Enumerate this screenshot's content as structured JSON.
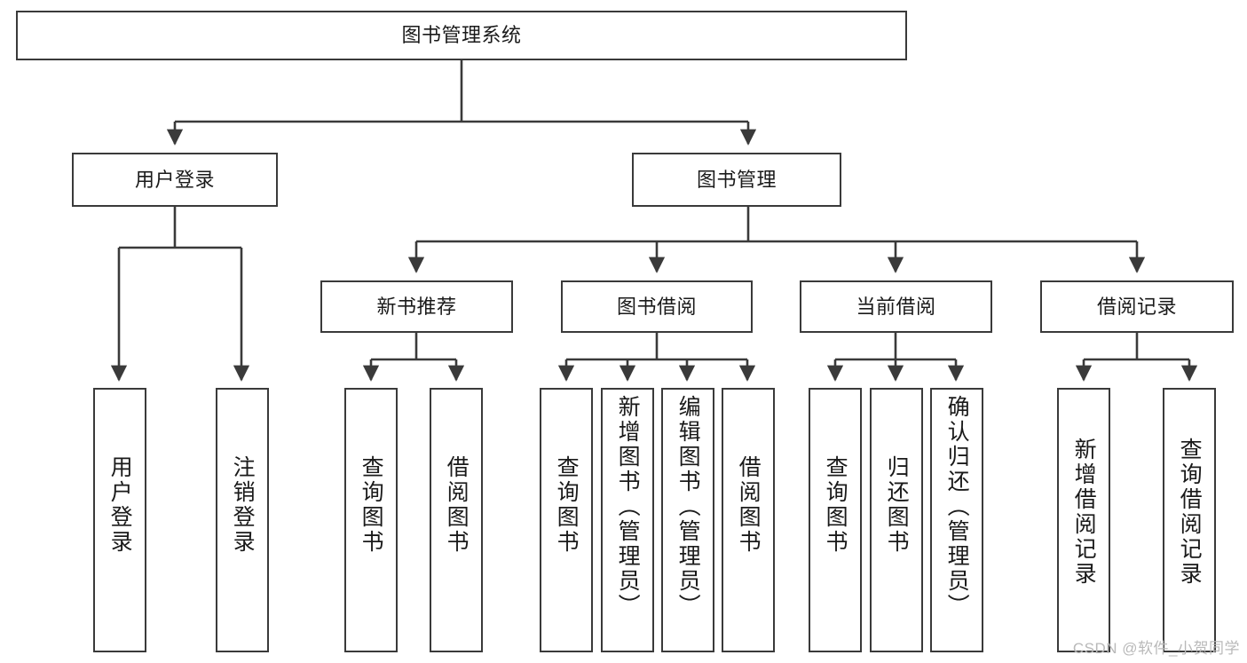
{
  "diagram": {
    "title": "图书管理系统",
    "type": "hierarchy-tree",
    "colors": {
      "background": "#ffffff",
      "node_border": "#3a3a3a",
      "node_fill": "#ffffff",
      "edge": "#3a3a3a",
      "text": "#1a1a1a",
      "watermark": "#b9b9b9"
    },
    "root": {
      "label": "图书管理系统"
    },
    "level2": [
      {
        "label": "用户登录"
      },
      {
        "label": "图书管理"
      }
    ],
    "level3": [
      {
        "label": "新书推荐"
      },
      {
        "label": "图书借阅"
      },
      {
        "label": "当前借阅"
      },
      {
        "label": "借阅记录"
      }
    ],
    "leaves": {
      "user_login": [
        {
          "label": "用户登录"
        },
        {
          "label": "注销登录"
        }
      ],
      "new_book": [
        {
          "label": "查询图书"
        },
        {
          "label": "借阅图书"
        }
      ],
      "book_borrow": [
        {
          "label": "查询图书"
        },
        {
          "label": "新增图书（管理员）"
        },
        {
          "label": "编辑图书（管理员）"
        },
        {
          "label": "借阅图书"
        }
      ],
      "current_borrow": [
        {
          "label": "查询图书"
        },
        {
          "label": "归还图书"
        },
        {
          "label": "确认归还（管理员）"
        }
      ],
      "borrow_record": [
        {
          "label": "新增借阅记录"
        },
        {
          "label": "查询借阅记录"
        }
      ]
    },
    "watermark": "CSDN @软件_小贺同学"
  }
}
